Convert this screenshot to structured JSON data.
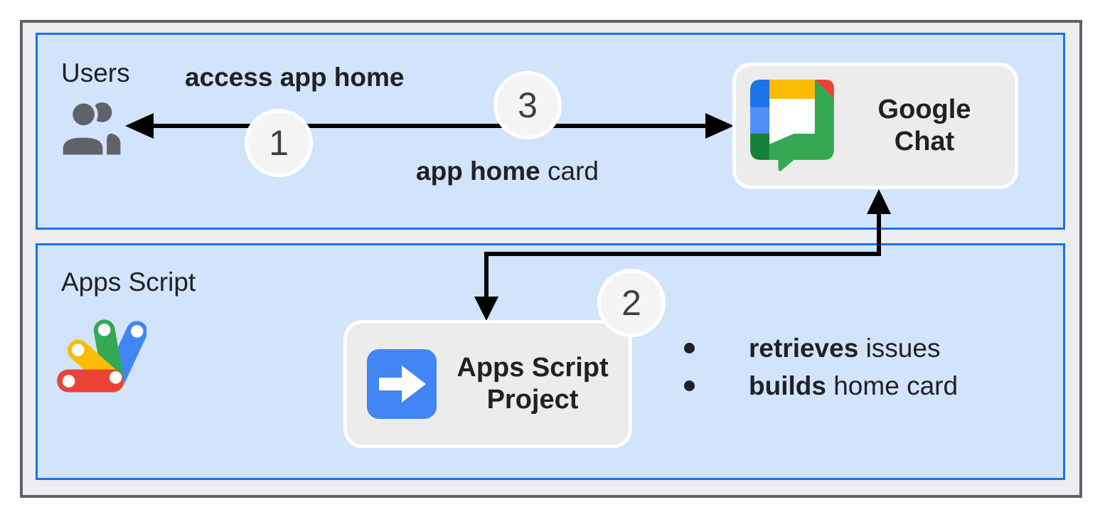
{
  "sections": {
    "users": {
      "label": "Users"
    },
    "apps_script": {
      "label": "Apps Script"
    }
  },
  "nodes": {
    "google_chat": {
      "line1": "Google",
      "line2": "Chat"
    },
    "apps_script_project": {
      "line1": "Apps Script",
      "line2": "Project"
    }
  },
  "steps": {
    "one": "1",
    "two": "2",
    "three": "3"
  },
  "edge_labels": {
    "request": {
      "bold": "access app home",
      "regular": ""
    },
    "response": {
      "bold": "app home",
      "regular": " card"
    }
  },
  "bullets": {
    "first": {
      "bold": "retrieves",
      "regular": " issues"
    },
    "second": {
      "bold": "builds",
      "regular": " home card"
    }
  },
  "icons": {
    "users": "users-icon",
    "google_chat": "google-chat-logo",
    "apps_script": "apps-script-logo",
    "project": "arrow-right-icon"
  },
  "colors": {
    "section_fill": "#d2e3fc",
    "section_border": "#1a73e8",
    "outer_bg": "#ecedee",
    "outer_border": "#5f6368",
    "card_bg": "#ececec",
    "chip_bg": "#f4f4f5",
    "ink": "#202124",
    "google_blue": "#4285f4",
    "google_blue_dark": "#1a73e8",
    "google_blue_light": "#4f8df7",
    "google_red": "#ea4335",
    "google_yellow": "#fbbc04",
    "google_green": "#34a853",
    "google_green_dark": "#188038",
    "icon_gray": "#5f6368"
  }
}
